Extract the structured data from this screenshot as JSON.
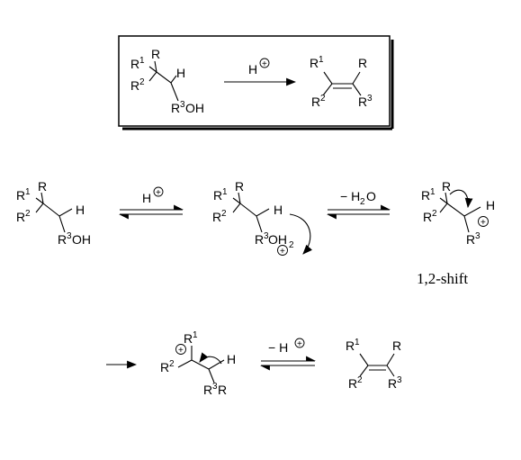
{
  "labels": {
    "R": "R",
    "R1": "R",
    "R2": "R",
    "R3": "R",
    "sup1": "1",
    "sup2": "2",
    "sup3": "3",
    "H": "H",
    "OH": "OH",
    "OH2": "OH",
    "sub2": "2",
    "plus": "+",
    "arrow_reagent_acid": "H",
    "minus_h2o_prefix": "− H",
    "minus_h2o_sub": "2",
    "minus_h2o_suffix": "O",
    "minus_h_prefix": "− H",
    "shift": "1,2-shift"
  }
}
